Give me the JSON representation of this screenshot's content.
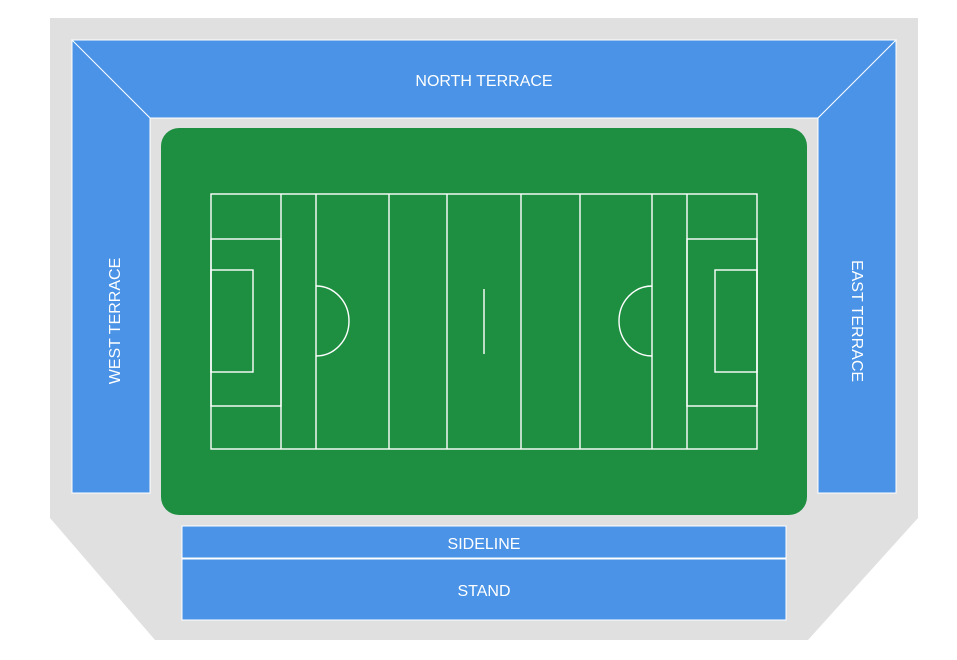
{
  "sections": {
    "north": {
      "label": "NORTH TERRACE"
    },
    "west": {
      "label": "WEST TERRACE"
    },
    "east": {
      "label": "EAST TERRACE"
    },
    "sideline": {
      "label": "SIDELINE"
    },
    "stand": {
      "label": "STAND"
    }
  },
  "colors": {
    "background": "#ffffff",
    "concourse": "#e0e0e0",
    "section": "#4a93e6",
    "pitch": "#1e8f41",
    "lines": "#ffffff"
  }
}
